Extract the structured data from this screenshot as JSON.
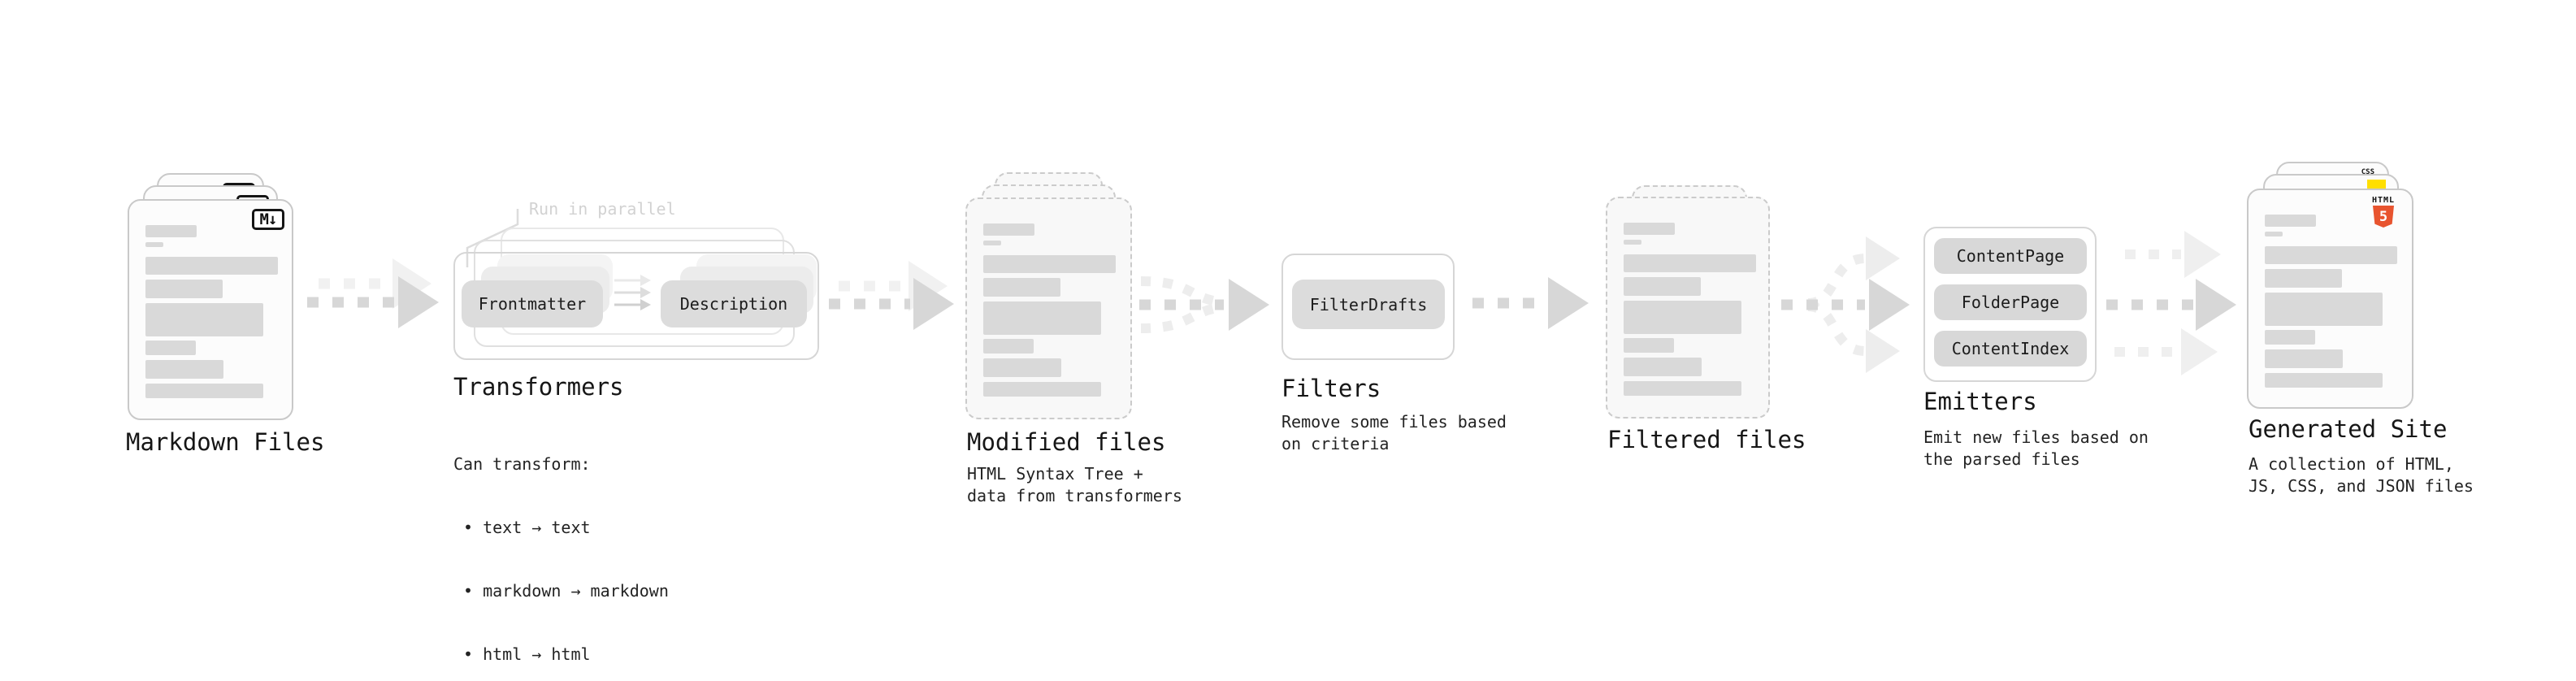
{
  "colors": {
    "html5_orange": "#e8542f",
    "js_yellow": "#ffdf00",
    "css_blue": "#2b62f6",
    "pill_gray": "#dcdcdc",
    "arrow_gray": "#d7d7d7",
    "note_gray": "#d2d2d2"
  },
  "markdown_files": {
    "title": "Markdown Files",
    "badge": "M↓"
  },
  "transformers": {
    "title": "Transformers",
    "note": "Run in parallel",
    "pill_left": "Frontmatter",
    "pill_right": "Description",
    "desc_heading": "Can transform:",
    "bullets": [
      "• text → text",
      "• markdown → markdown",
      "• html → html"
    ]
  },
  "modified_files": {
    "title": "Modified files",
    "description": "HTML Syntax Tree +\ndata from transformers"
  },
  "filters": {
    "title": "Filters",
    "pill": "FilterDrafts",
    "description": "Remove some files based\non criteria"
  },
  "filtered_files": {
    "title": "Filtered files"
  },
  "emitters": {
    "title": "Emitters",
    "pills": [
      "ContentPage",
      "FolderPage",
      "ContentIndex"
    ],
    "description": "Emit new files based on\nthe parsed files"
  },
  "generated_site": {
    "title": "Generated Site",
    "description": "A collection of HTML,\nJS, CSS, and JSON files",
    "css_badge": "CSS",
    "html_badge_label": "HTML",
    "html_badge_number": "5"
  }
}
